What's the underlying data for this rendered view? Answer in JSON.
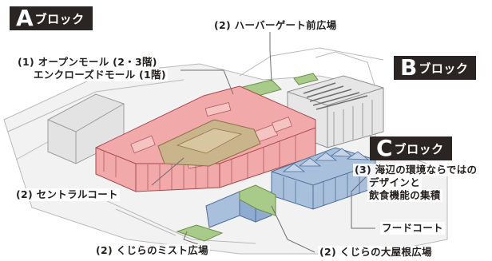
{
  "blocks": {
    "a": {
      "letter": "A",
      "suffix": "ブロック"
    },
    "b": {
      "letter": "B",
      "suffix": "ブロック"
    },
    "c": {
      "letter": "C",
      "suffix": "ブロック"
    }
  },
  "labels": {
    "open_mall_line1": "(1) オープンモール (2・3階)",
    "open_mall_line2": "エンクローズドモール (1階)",
    "harbor_gate": "(2) ハーバーゲート前広場",
    "central_court": "(2) セントラルコート",
    "seaside_line1": "(3) 海辺の環境ならではの",
    "seaside_line2": "デザインと",
    "seaside_line3": "飲食機能の集積",
    "food_court": "フードコート",
    "whale_mist": "(2) くじらのミスト広場",
    "whale_roof": "(2) くじらの大屋根広場"
  },
  "colors": {
    "block_a": "#f2a9aa",
    "block_a_edge": "#a8484e",
    "central_court": "#c9b48c",
    "block_c": "#a9c0dc",
    "block_c_edge": "#4f6f98",
    "green_plaza": "#a9cb8a",
    "badge_bg": "#2a2422",
    "line": "#8c8c8c"
  }
}
